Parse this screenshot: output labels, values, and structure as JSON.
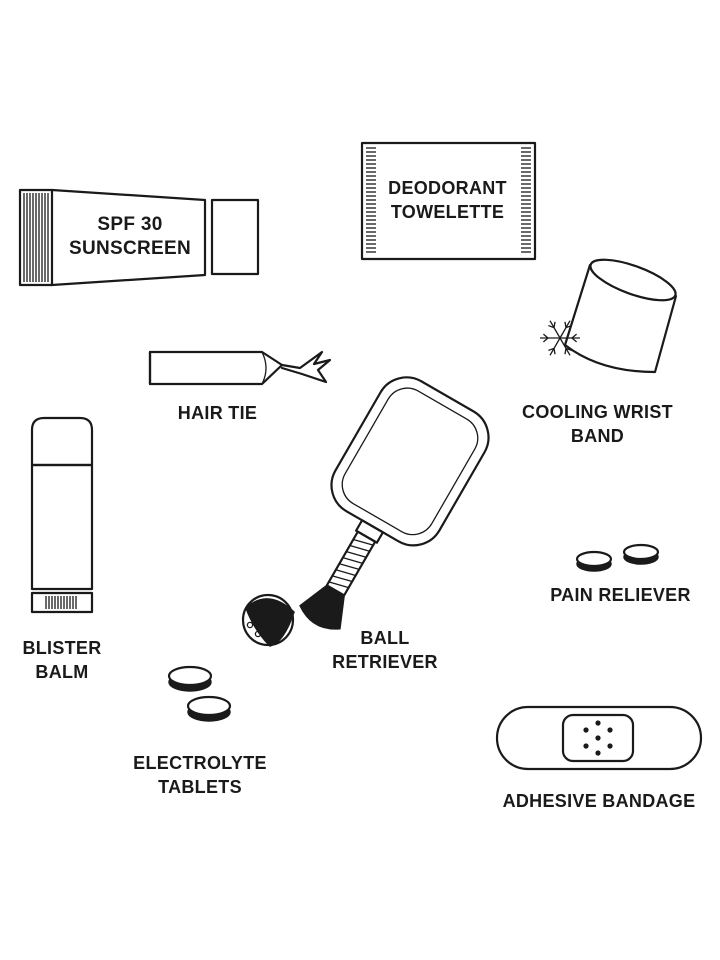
{
  "items": {
    "sunscreen": {
      "line1": "SPF 30",
      "line2": "SUNSCREEN",
      "icon": "sunscreen-tube-icon"
    },
    "towelette": {
      "line1": "DEODORANT",
      "line2": "TOWELETTE",
      "icon": "towelette-packet-icon"
    },
    "hair_tie": {
      "line1": "HAIR TIE",
      "icon": "hair-tie-icon"
    },
    "wrist_band": {
      "line1": "COOLING WRIST",
      "line2": "BAND",
      "icon": "wrist-band-icon"
    },
    "blister_balm": {
      "line1": "BLISTER",
      "line2": "BALM",
      "icon": "balm-stick-icon"
    },
    "ball_retriever": {
      "line1": "BALL",
      "line2": "RETRIEVER",
      "icon": "paddle-retriever-icon"
    },
    "pain_reliever": {
      "line1": "PAIN RELIEVER",
      "icon": "pills-icon"
    },
    "electrolyte": {
      "line1": "ELECTROLYTE",
      "line2": "TABLETS",
      "icon": "tablets-icon"
    },
    "bandage": {
      "line1": "ADHESIVE BANDAGE",
      "icon": "bandage-icon"
    }
  }
}
